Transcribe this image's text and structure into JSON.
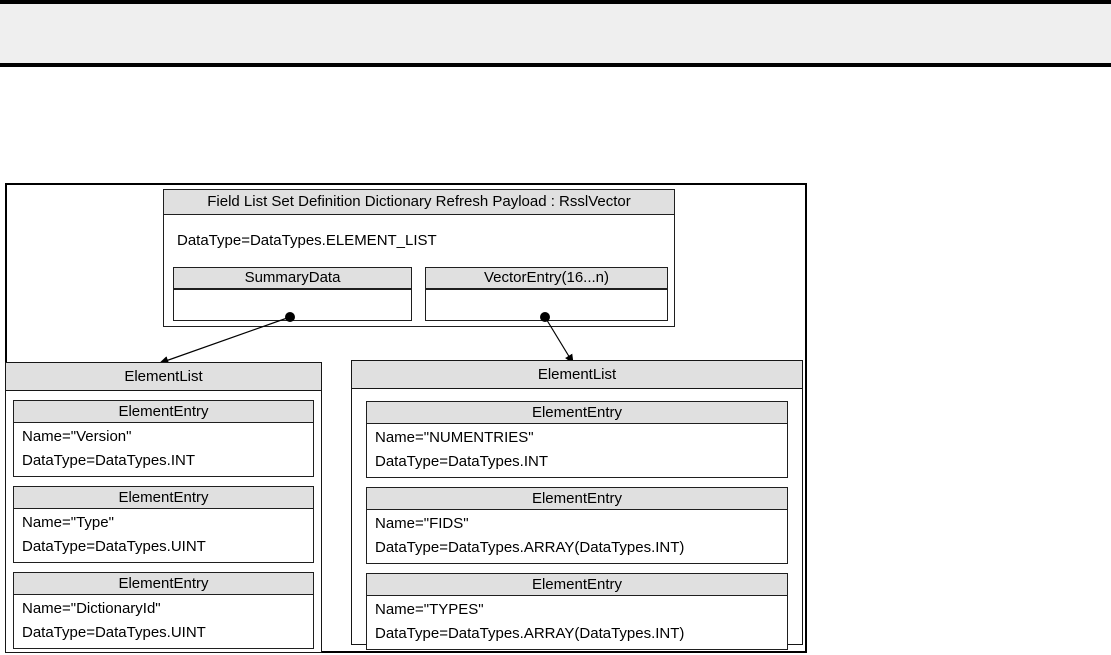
{
  "page": {
    "top_band": {
      "fill": "#efefef",
      "border_color": "#000000"
    }
  },
  "diagram": {
    "payload": {
      "title": "Field List Set Definition Dictionary Refresh Payload : RsslVector",
      "datatype": "DataType=DataTypes.ELEMENT_LIST",
      "summary_label": "SummaryData",
      "vector_label": "VectorEntry(16...n)"
    },
    "connectors": [
      {
        "from": "SummaryData",
        "to": "ElementList (left)"
      },
      {
        "from": "VectorEntry(16...n)",
        "to": "ElementList (right)"
      }
    ],
    "left_list": {
      "title": "ElementList",
      "entries": [
        {
          "header": "ElementEntry",
          "name": "Name=\"Version\"",
          "datatype": "DataType=DataTypes.INT"
        },
        {
          "header": "ElementEntry",
          "name": "Name=\"Type\"",
          "datatype": "DataType=DataTypes.UINT"
        },
        {
          "header": "ElementEntry",
          "name": "Name=\"DictionaryId\"",
          "datatype": "DataType=DataTypes.UINT"
        }
      ]
    },
    "right_list": {
      "title": "ElementList",
      "entries": [
        {
          "header": "ElementEntry",
          "name": "Name=\"NUMENTRIES\"",
          "datatype": "DataType=DataTypes.INT"
        },
        {
          "header": "ElementEntry",
          "name": "Name=\"FIDS\"",
          "datatype": "DataType=DataTypes.ARRAY(DataTypes.INT)"
        },
        {
          "header": "ElementEntry",
          "name": "Name=\"TYPES\"",
          "datatype": "DataType=DataTypes.ARRAY(DataTypes.INT)"
        }
      ]
    },
    "colors": {
      "header_fill": "#e0e0e0",
      "box_border": "#1f1f1f",
      "connector": "#000000"
    }
  }
}
